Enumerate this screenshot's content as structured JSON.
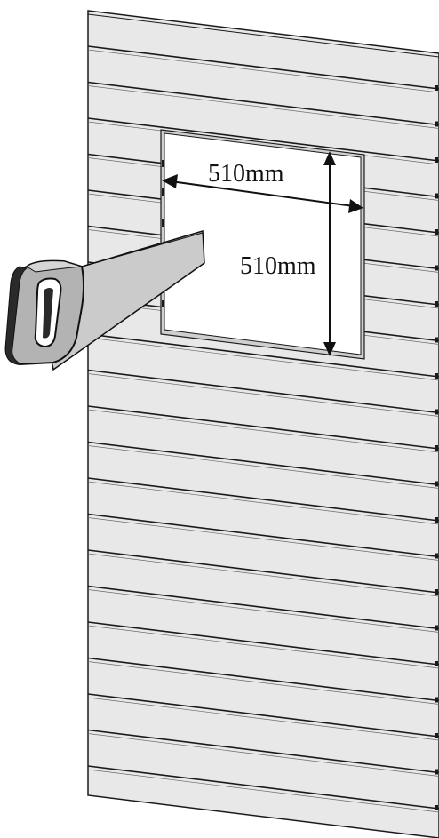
{
  "diagram": {
    "dimensions": {
      "width_label": "510mm",
      "height_label": "510mm"
    },
    "colors": {
      "panel_fill": "#e6e6e6",
      "board_line": "#1a1a1a",
      "opening_fill": "#ffffff",
      "saw_blade": "#c8c8c8",
      "saw_handle": "#b0b0b0",
      "saw_grip_dark": "#2a2a2a"
    },
    "icons": {
      "tool": "handsaw-icon",
      "arrow": "double-headed-arrow"
    }
  }
}
